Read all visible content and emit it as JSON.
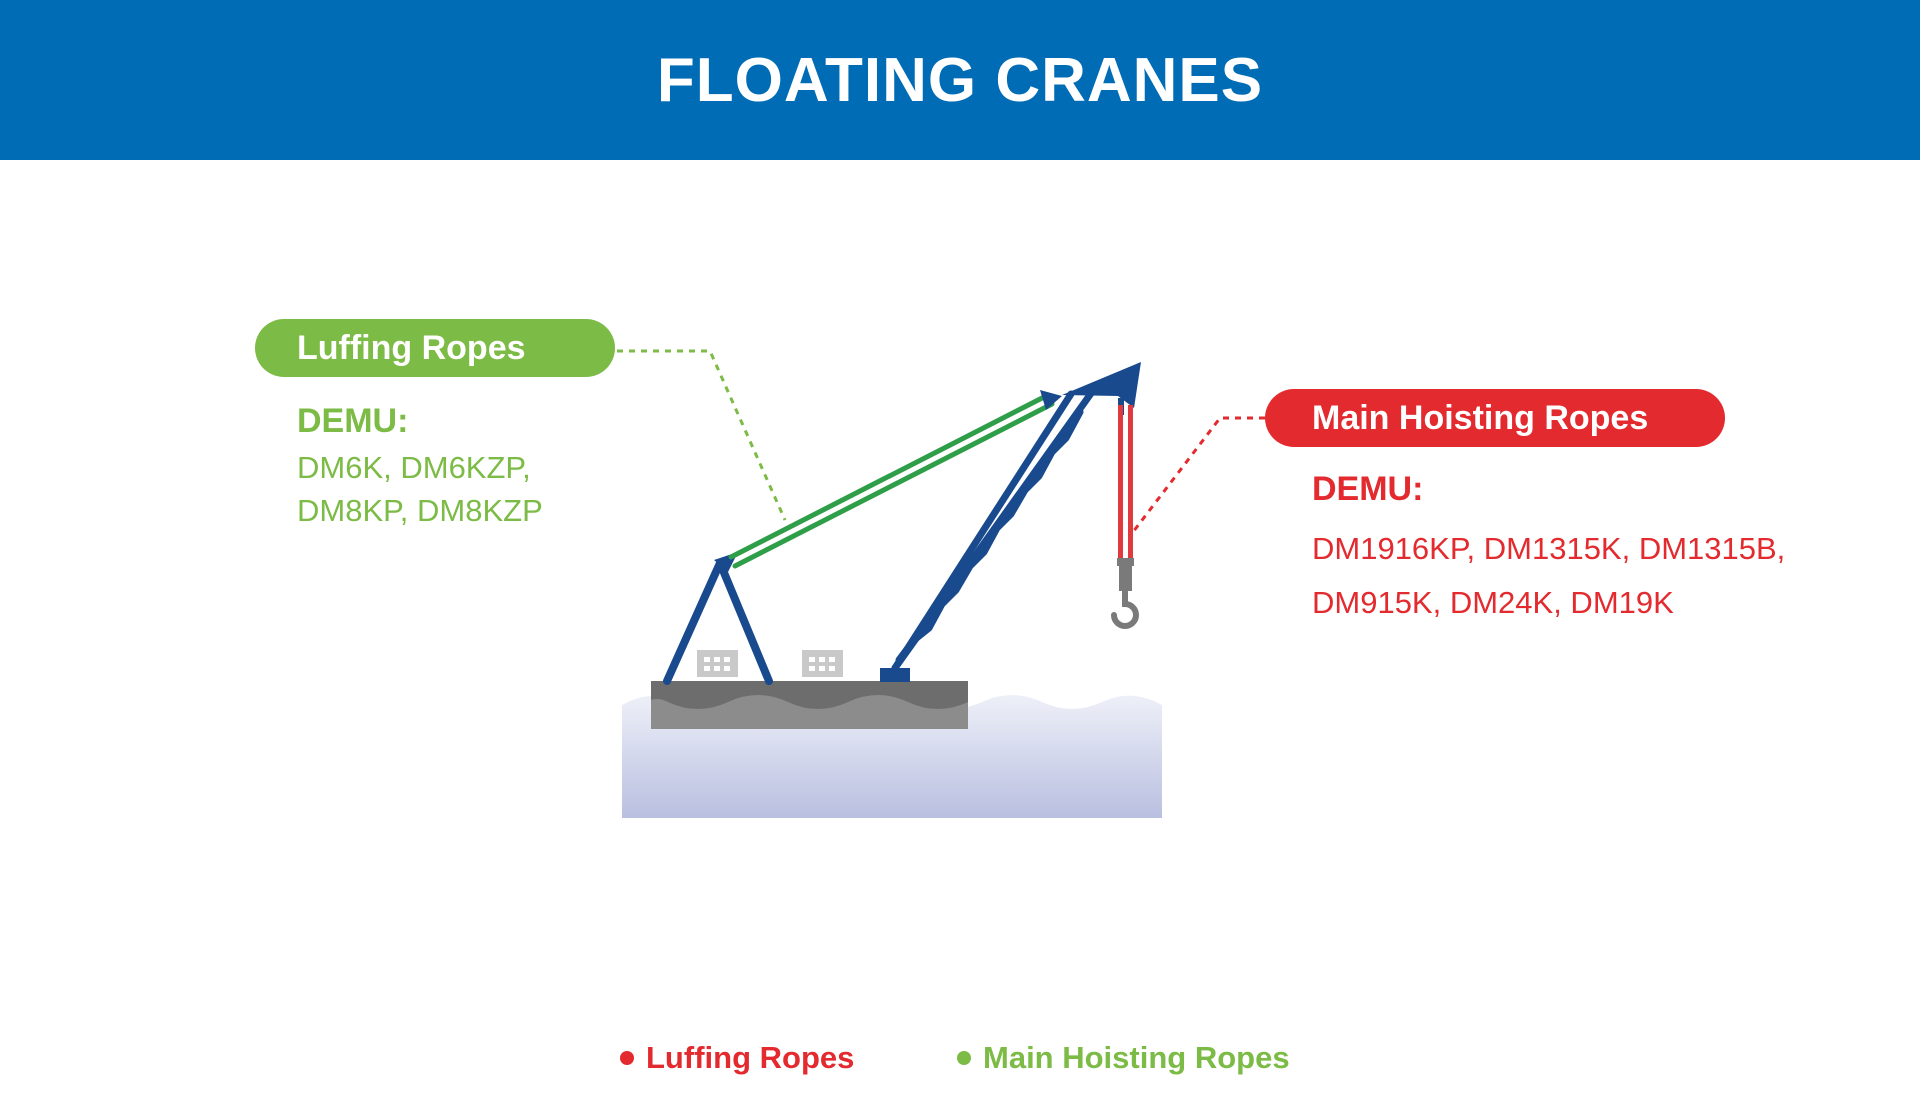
{
  "header": {
    "title": "FLOATING CRANES"
  },
  "callouts": {
    "luffing": {
      "label": "Luffing Ropes",
      "brand": "DEMU:",
      "models": [
        "DM6K, DM6KZP,",
        "DM8KP, DM8KZP"
      ]
    },
    "hoisting": {
      "label": "Main Hoisting Ropes",
      "brand": "DEMU:",
      "models": [
        "DM1916KP, DM1315K, DM1315B,",
        "DM915K, DM24K, DM19K"
      ]
    }
  },
  "legend": {
    "items": [
      {
        "label": "Luffing Ropes",
        "color": "#e32a2e"
      },
      {
        "label": "Main Hoisting Ropes",
        "color": "#7cbb45"
      }
    ]
  },
  "colors": {
    "header_bg": "#006cb5",
    "green": "#7cbb45",
    "red": "#e32a2e",
    "crane_blue": "#1a4a8e",
    "rope_green": "#2e9e48",
    "hoist_red": "#e03a3e",
    "barge_gray": "#6d6d6d",
    "water": "#c5cae6"
  },
  "icons": {
    "hook": "crane-hook-icon",
    "cabin": "cabin-window-icon"
  }
}
